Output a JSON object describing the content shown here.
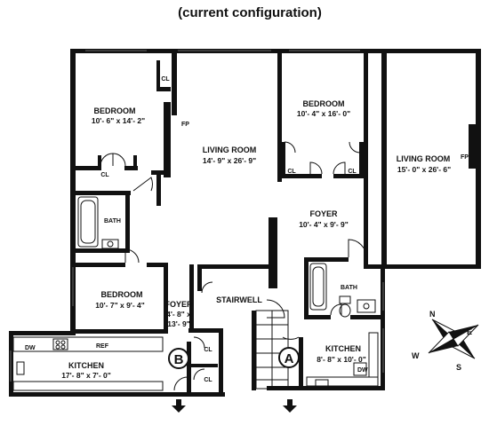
{
  "title": "(current configuration)",
  "units": {
    "left": {
      "bedroom_1": {
        "name": "BEDROOM",
        "dims": "10'- 6\" x 14'- 2\""
      },
      "living_room": {
        "name": "LIVING ROOM",
        "dims": "14'- 9\" x 26'- 9\""
      },
      "bedroom_2": {
        "name": "BEDROOM",
        "dims": "10'- 7\" x 9'- 4\""
      },
      "bath": {
        "name": "BATH"
      },
      "foyer": {
        "name": "FOYER",
        "dims_line1": "4'- 8\" x",
        "dims_line2": "13'- 9\""
      },
      "kitchen": {
        "name": "KITCHEN",
        "dims": "17'- 8\" x 7'- 0\""
      },
      "closets": [
        "CL",
        "CL",
        "CL",
        "CL"
      ],
      "fireplace": "FP",
      "entry_marker": "B",
      "appliances": {
        "dishwasher": "DW",
        "refrigerator": "REF"
      }
    },
    "right": {
      "bedroom": {
        "name": "BEDROOM",
        "dims": "10'- 4\" x 16'- 0\""
      },
      "living_room": {
        "name": "LIVING ROOM",
        "dims": "15'- 0\" x 26'- 6\""
      },
      "foyer": {
        "name": "FOYER",
        "dims": "10'- 4\" x 9'- 9\""
      },
      "bath": {
        "name": "BATH"
      },
      "kitchen": {
        "name": "KITCHEN",
        "dims": "8'- 8\" x 10'- 0\""
      },
      "closets": [
        "CL",
        "CL"
      ],
      "fireplace": "FP",
      "entry_marker": "A",
      "appliances": {
        "dishwasher": "DW"
      }
    }
  },
  "stairwell": "STAIRWELL",
  "compass": {
    "n": "N",
    "e": "E",
    "s": "S",
    "w": "W"
  }
}
